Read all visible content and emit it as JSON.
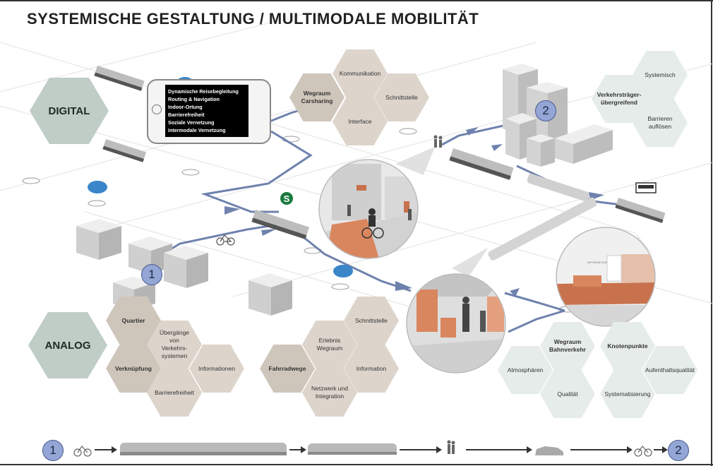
{
  "title": "SYSTEMISCHE GESTALTUNG / MULTIMODALE MOBILITÄT",
  "digital": {
    "label": "DIGITAL",
    "phone_items": [
      "Dynamische Reisebegleitung",
      "Routing & Navigation",
      "Indoor-Ortung",
      "Barrierefreiheit",
      "Soziale Vernetzung",
      "Intermodale Vernetzung"
    ],
    "carsharing_hexes": {
      "main": "Wegraum\nCarsharing",
      "kommunikation": "Kommunikation",
      "schnittstelle": "Schnittstelle",
      "interface": "Interface"
    },
    "right_hexes": {
      "main": "Verkehrsträger-\nübergreifend",
      "systemisch": "Systemisch",
      "barrieren": "Barrieren\nauflösen"
    }
  },
  "analog": {
    "label": "ANALOG",
    "quartier_hexes": {
      "quartier": "Quartier",
      "verknuepfung": "Verknüpfung",
      "uebergaenge": "Übergänge\nvon\nVerkehrs-\nsystemen",
      "informationen": "Informationen",
      "barrierefreiheit": "Barrierefreiheit"
    },
    "fahrrad_hexes": {
      "fahrradwege": "Fahrradwege",
      "erlebnis": "Erlebnis\nWegraum",
      "schnittstelle": "Schnittstelle",
      "information": "Information",
      "netzwerk": "Netzwerk und\nIntegration"
    },
    "bahn_hexes": {
      "bahnverkehr": "Wegraum\nBahnverkehr",
      "atmosphaeren": "Atmosphären",
      "qualitaet": "Qualität",
      "knotenpunkte": "Knotenpunkte",
      "aufenthalt": "Aufenthaltsqualität",
      "systematisierung": "Systematisierung"
    }
  },
  "badges": {
    "start": "1",
    "end": "2"
  },
  "sbahn_letter": "S",
  "station_sign": "INFORMATION",
  "colors": {
    "route": "#6f82ad",
    "hex_tan": "#cfc6bb",
    "hex_mint": "#e6ecea",
    "hex_sage": "#bfcdc6",
    "badge": "#93a6d5",
    "sbahn": "#1b7a3e",
    "car": "#3a86c9",
    "orange": "#c8724d"
  },
  "icons": [
    "bicycle-icon",
    "tram-icon",
    "pedestrian-icon",
    "car-icon",
    "bus-icon",
    "sbahn-icon"
  ]
}
